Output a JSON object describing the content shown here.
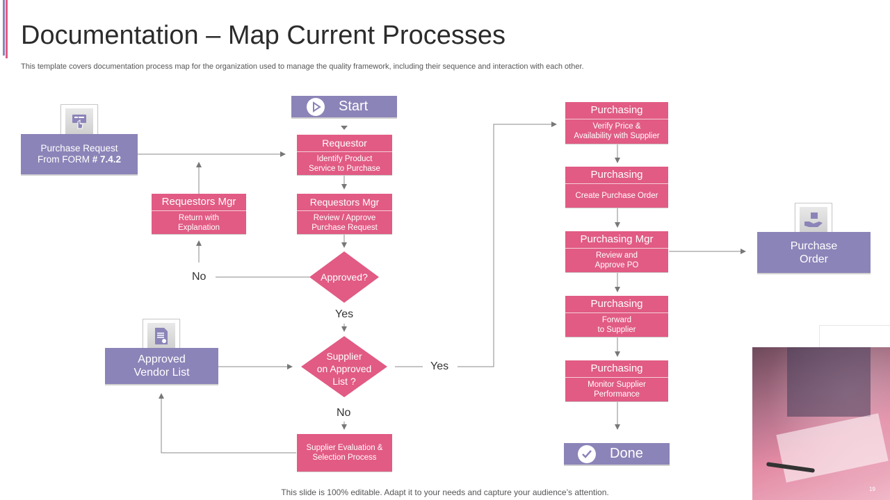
{
  "header": {
    "title": "Documentation – Map Current Processes",
    "subtitle": "This template covers documentation process map for the organization used to manage the quality framework, including their sequence and interaction with each other."
  },
  "footer": {
    "text": "This slide is 100% editable. Adapt it to your needs and capture your audience’s attention.",
    "page_number": "19"
  },
  "colors": {
    "pink": "#e15b84",
    "purple": "#8b84b8",
    "line": "#888888"
  },
  "flow": {
    "start": {
      "label": "Start",
      "icon": "play-icon"
    },
    "done": {
      "label": "Done",
      "icon": "check-icon"
    },
    "purchase_request": {
      "line1": "Purchase Request",
      "line2_prefix": "From FORM ",
      "line2_bold": "# 7.4.2",
      "icon": "form-hand-icon"
    },
    "requestor": {
      "head": "Requestor",
      "body1": "Identify Product",
      "body2": "Service to Purchase"
    },
    "requestors_mgr_review": {
      "head": "Requestors Mgr",
      "body1": "Review / Approve",
      "body2": "Purchase Request"
    },
    "requestors_mgr_return": {
      "head": "Requestors Mgr",
      "body1": "Return with",
      "body2": "Explanation"
    },
    "approved_decision": {
      "label": "Approved?"
    },
    "supplier_decision": {
      "line1": "Supplier",
      "line2": "on Approved",
      "line3": "List ?"
    },
    "approved_vendor_list": {
      "line1": "Approved",
      "line2": "Vendor List",
      "icon": "document-icon"
    },
    "supplier_evaluation": {
      "line1": "Supplier Evaluation &",
      "line2": "Selection Process"
    },
    "labels": {
      "no_left": "No",
      "yes_down": "Yes",
      "yes_right": "Yes",
      "no_down": "No"
    },
    "purchasing_verify": {
      "head": "Purchasing",
      "body1": "Verify Price &",
      "body2": "Availability with Supplier"
    },
    "purchasing_create": {
      "head": "Purchasing",
      "body1": "Create Purchase Order"
    },
    "purchasing_mgr": {
      "head": "Purchasing Mgr",
      "body1": "Review and",
      "body2": "Approve PO"
    },
    "purchasing_forward": {
      "head": "Purchasing",
      "body1": "Forward",
      "body2": "to Supplier"
    },
    "purchasing_monitor": {
      "head": "Purchasing",
      "body1": "Monitor Supplier",
      "body2": "Performance"
    },
    "purchase_order": {
      "line1": "Purchase",
      "line2": "Order",
      "icon": "hand-box-icon"
    }
  }
}
